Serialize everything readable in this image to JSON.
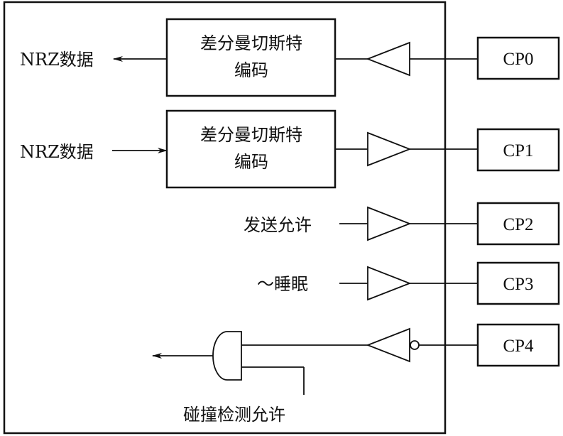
{
  "encoder_blocks": [
    {
      "line1": "差分曼切斯特",
      "line2": "编码"
    },
    {
      "line1": "差分曼切斯特",
      "line2": "编码"
    }
  ],
  "signals": {
    "nrz_out": "NRZ数据",
    "nrz_in": "NRZ数据",
    "transmit_enable": "发送允许",
    "sleep": "～睡眠",
    "collision_detect_enable": "碰撞检测允许"
  },
  "pins": [
    "CP0",
    "CP1",
    "CP2",
    "CP3",
    "CP4"
  ]
}
